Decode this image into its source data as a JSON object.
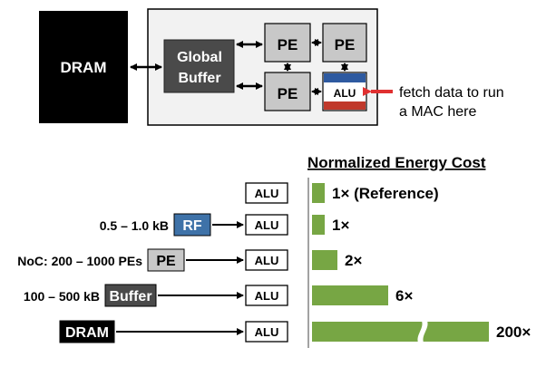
{
  "top": {
    "dram": "DRAM",
    "global_buffer_line1": "Global",
    "global_buffer_line2": "Buffer",
    "pe": "PE",
    "alu": "ALU",
    "note_line1": "fetch data to run",
    "note_line2": "a MAC here"
  },
  "bottom": {
    "heading": "Normalized Energy Cost",
    "rows": [
      {
        "source_label": "",
        "source_box": "",
        "alu": "ALU",
        "value": 1,
        "bar_label": "1× (Reference)"
      },
      {
        "source_label": "0.5 – 1.0 kB",
        "source_box": "RF",
        "alu": "ALU",
        "value": 1,
        "bar_label": "1×"
      },
      {
        "source_label": "NoC: 200 – 1000 PEs",
        "source_box": "PE",
        "alu": "ALU",
        "value": 2,
        "bar_label": "2×"
      },
      {
        "source_label": "100 – 500 kB",
        "source_box": "Buffer",
        "alu": "ALU",
        "value": 6,
        "bar_label": "6×"
      },
      {
        "source_label": "",
        "source_box": "DRAM",
        "alu": "ALU",
        "value": 200,
        "bar_label": "200×",
        "axis_break": true
      }
    ]
  },
  "colors": {
    "bar": "#77a644",
    "rf_box": "#3e72a8",
    "dark_box": "#4a4a4a",
    "pe_box": "#c8c8c8",
    "alu_top": "#2e5aa0",
    "alu_bottom": "#c0392b",
    "arrow_red": "#e03030"
  }
}
